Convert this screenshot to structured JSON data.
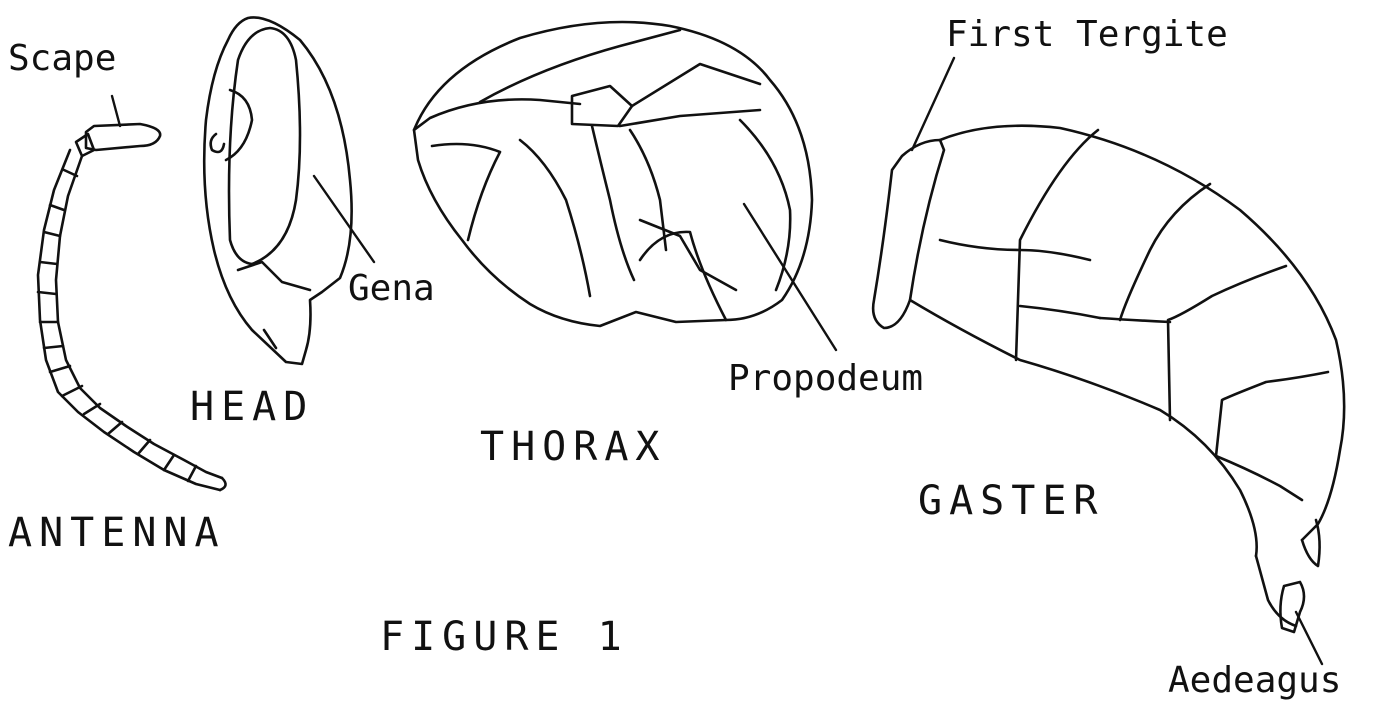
{
  "figure": {
    "caption": "FIGURE 1",
    "parts": {
      "antenna": {
        "title": "ANTENNA",
        "label_scape": "Scape"
      },
      "head": {
        "title": "HEAD",
        "label_gena": "Gena"
      },
      "thorax": {
        "title": "THORAX",
        "label_propodeum": "Propodeum"
      },
      "gaster": {
        "title": "GASTER",
        "label_first_tergite": "First Tergite",
        "label_aedeagus": "Aedeagus"
      }
    }
  }
}
